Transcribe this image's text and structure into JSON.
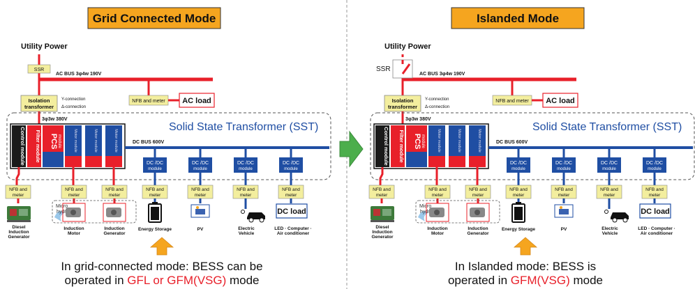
{
  "colors": {
    "red": "#e8202a",
    "blue": "#1f4ea3",
    "title_fill": "#f5a51f",
    "label_fill": "#f3ee9e",
    "arrow_green": "#4cae4c",
    "arrow_orange": "#f5a51f",
    "text_red": "#e8202a"
  },
  "panels": [
    {
      "title": "Grid Connected Mode",
      "utility": "Utility Power",
      "ssr": "SSR",
      "ac_bus": "AC BUS 3φ4w 190V",
      "isolation": [
        "Isolation",
        "transformer"
      ],
      "y_conn": "Y-connection",
      "delta_conn": "Δ-connection",
      "nfb_meter": "NFB and meter",
      "ac_load": "AC load",
      "v380": "3φ3w  380V",
      "sst": "Solid State Transformer (SST)",
      "control": "Control module",
      "filter": "Filter module",
      "pcs": "PCS",
      "pcs_sub": "module",
      "motor_module": "Motor module",
      "dc_bus": "DC BUS 600V",
      "dcdc": "DC /DC",
      "dcdc_sub": "module",
      "nfb_and": "NFB and",
      "meter": "meter",
      "dc_load": "DC load",
      "micro": "Micro",
      "hydro": "hydro",
      "loads": [
        [
          "Diesel",
          "Induction",
          "Generator"
        ],
        [
          "Induction",
          "Motor"
        ],
        [
          "Induction",
          "Generator"
        ],
        [
          "Energy Storage"
        ],
        [
          "PV"
        ],
        [
          "Electric",
          "Vehicle"
        ],
        [
          "LED · Computer ·",
          "Air conditioner"
        ]
      ],
      "caption1": "In grid-connected mode: BESS can be",
      "caption2_pre": "operated in ",
      "caption2_red": "GFL or GFM(VSG)",
      "caption2_post": " mode"
    },
    {
      "title": "Islanded Mode",
      "utility": "Utility Power",
      "ssr": "SSR",
      "ac_bus": "AC BUS 3φ4w 190V",
      "isolation": [
        "Isolation",
        "transformer"
      ],
      "y_conn": "Y-connection",
      "delta_conn": "Δ-connection",
      "nfb_meter": "NFB and meter",
      "ac_load": "AC load",
      "v380": "3φ3w  380V",
      "sst": "Solid State Transformer (SST)",
      "control": "Control module",
      "filter": "Filter module",
      "pcs": "PCS",
      "pcs_sub": "module",
      "motor_module": "Motor module",
      "dc_bus": "DC BUS 600V",
      "dcdc": "DC /DC",
      "dcdc_sub": "module",
      "nfb_and": "NFB and",
      "meter": "meter",
      "dc_load": "DC load",
      "micro": "Micro",
      "hydro": "hydro",
      "loads": [
        [
          "Diesel",
          "Induction",
          "Generator"
        ],
        [
          "Induction",
          "Motor"
        ],
        [
          "Induction",
          "Generator"
        ],
        [
          "Energy Storage"
        ],
        [
          "PV"
        ],
        [
          "Electric",
          "Vehicle"
        ],
        [
          "LED · Computer ·",
          "Air conditioner"
        ]
      ],
      "caption1": "In Islanded mode: BESS is",
      "caption2_pre": "operated in ",
      "caption2_red": "GFM(VSG)",
      "caption2_post": " mode"
    }
  ]
}
